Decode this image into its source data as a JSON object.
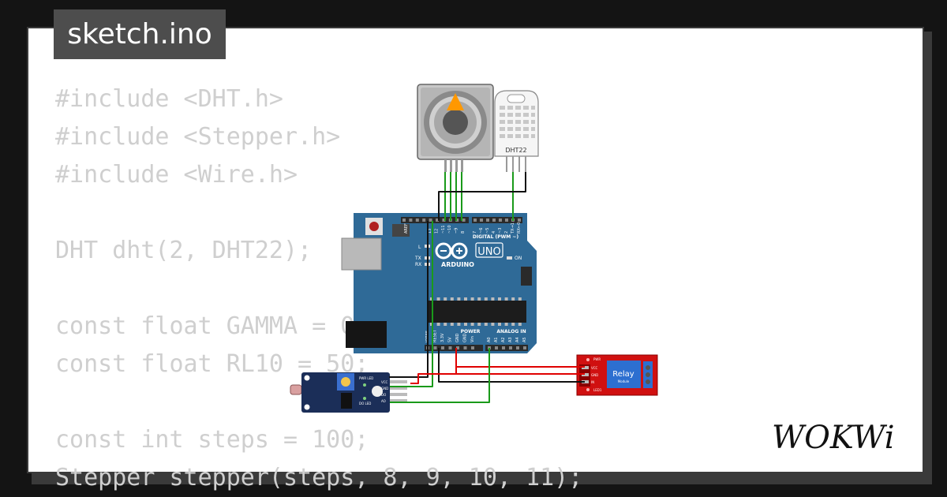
{
  "tab": {
    "filename": "sketch.ino"
  },
  "code": {
    "lines": [
      "#include <DHT.h>",
      "#include <Stepper.h>",
      "#include <Wire.h>",
      "",
      "DHT dht(2, DHT22);",
      "",
      "const float GAMMA = 0.7;",
      "const float RL10 = 50;",
      "",
      "const int steps = 100;",
      "Stepper stepper(steps, 8, 9, 10, 11);"
    ]
  },
  "components": {
    "dht_label": "DHT22",
    "arduino": {
      "model": "UNO",
      "brand": "ARDUINO",
      "digital_label": "DIGITAL (PWM ~)",
      "analog_label": "ANALOG IN",
      "power_label": "POWER",
      "on_label": "ON",
      "l_label": "L",
      "tx_label": "TX",
      "rx_label": "RX",
      "aref_label": "AREF",
      "digital_pins": [
        "13",
        "12",
        "~11",
        "~10",
        "~9",
        "8",
        "7",
        "~6",
        "~5",
        "4",
        "~3",
        "2",
        "TX→1",
        "RX←0"
      ],
      "power_pins": [
        "IOREF",
        "RESET",
        "3.3V",
        "5V",
        "GND",
        "GND",
        "Vin"
      ],
      "analog_pins": [
        "A0",
        "A1",
        "A2",
        "A3",
        "A4",
        "A5"
      ]
    },
    "relay": {
      "label": "Relay",
      "sublabel": "Module",
      "pins": [
        "VCC",
        "GND",
        "IN"
      ],
      "led_label": "PWR",
      "led1_label": "LED1"
    },
    "ldr": {
      "pins": [
        "VCC",
        "GND",
        "DO",
        "AO"
      ],
      "pwr_label": "PWR LED",
      "do_label": "DO LED"
    }
  },
  "colors": {
    "arduino_blue": "#2f6a97",
    "wire_green": "#1a9a1a",
    "wire_red": "#e00000",
    "wire_black": "#111111",
    "relay_red": "#d01010",
    "relay_blue": "#2d6fd0",
    "ldr_navy": "#1b2e58",
    "code_gray": "#cfcfcf"
  },
  "logo": {
    "text": "WOKWi"
  }
}
